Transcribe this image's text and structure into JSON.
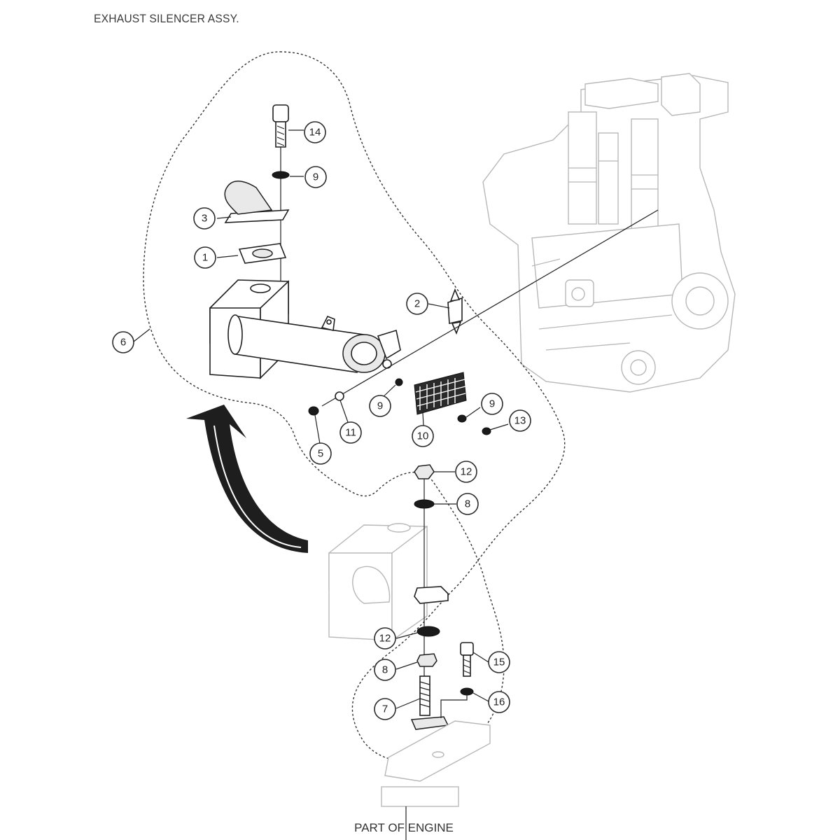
{
  "title": "EXHAUST SILENCER ASSY.",
  "footer_label": "PART OF ENGINE",
  "callouts": [
    {
      "id": "c14",
      "label": "14"
    },
    {
      "id": "c9a",
      "label": "9"
    },
    {
      "id": "c3",
      "label": "3"
    },
    {
      "id": "c1",
      "label": "1"
    },
    {
      "id": "c2",
      "label": "2"
    },
    {
      "id": "c6",
      "label": "6"
    },
    {
      "id": "c9b",
      "label": "9"
    },
    {
      "id": "c11",
      "label": "11"
    },
    {
      "id": "c5",
      "label": "5"
    },
    {
      "id": "c10",
      "label": "10"
    },
    {
      "id": "c9c",
      "label": "9"
    },
    {
      "id": "c13",
      "label": "13"
    },
    {
      "id": "c12a",
      "label": "12"
    },
    {
      "id": "c8a",
      "label": "8"
    },
    {
      "id": "c12b",
      "label": "12"
    },
    {
      "id": "c8b",
      "label": "8"
    },
    {
      "id": "c15",
      "label": "15"
    },
    {
      "id": "c7",
      "label": "7"
    },
    {
      "id": "c16",
      "label": "16"
    }
  ]
}
